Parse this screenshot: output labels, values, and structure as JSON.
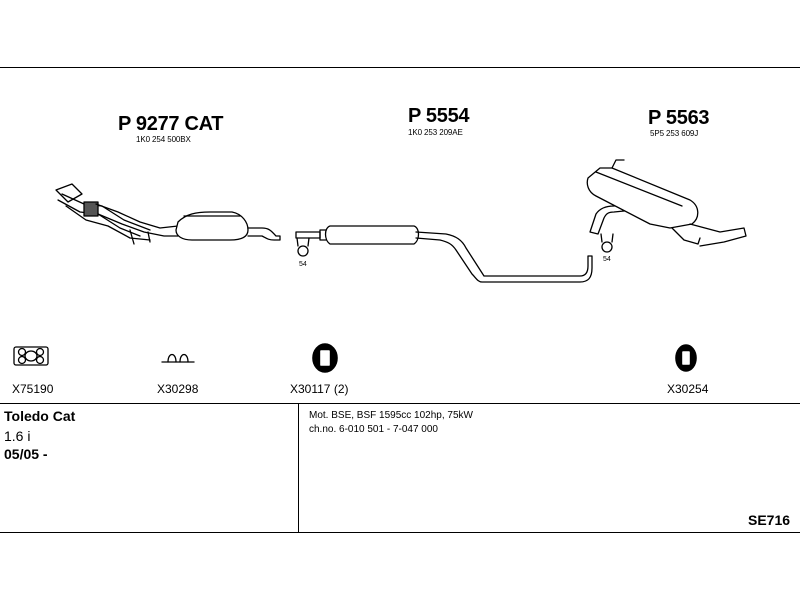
{
  "parts": [
    {
      "number": "P 9277 CAT",
      "oem": "1K0 254 500BX"
    },
    {
      "number": "P 5554",
      "oem": "1K0 253 209AE"
    },
    {
      "number": "P 5563",
      "oem": "5P5 253 609J"
    }
  ],
  "clamp_labels": [
    "54",
    "54"
  ],
  "fittings": [
    "X75190",
    "X30298",
    "X30117 (2)",
    "X30254"
  ],
  "vehicle": {
    "model": "Toledo Cat",
    "engine": "1.6 i",
    "date": "05/05 -"
  },
  "details": {
    "motor": "Mot. BSE, BSF 1595cc 102hp, 75kW",
    "chassis": "ch.no. 6-010 501 - 7-047 000"
  },
  "diagram_code": "SE716"
}
